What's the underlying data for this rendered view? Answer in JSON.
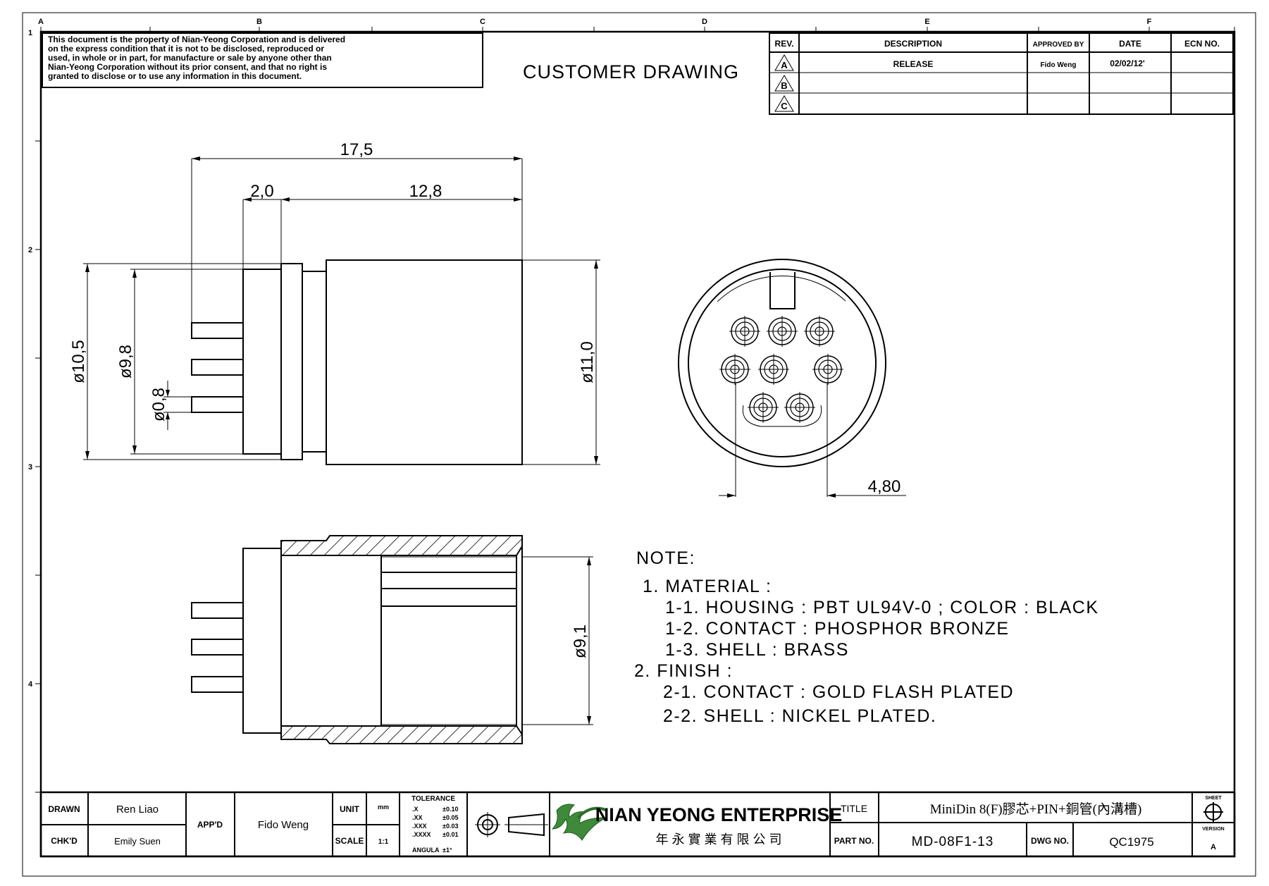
{
  "zones": {
    "columns": [
      "A",
      "B",
      "C",
      "D",
      "E",
      "F"
    ],
    "rows": [
      "1",
      "2",
      "3",
      "4"
    ]
  },
  "notice": {
    "lines": [
      "This document is the property of Nian-Yeong Corporation and is delivered",
      "on the express condition that it is not to be disclosed, reproduced or",
      "used, in whole or in part, for manufacture or sale by anyone other than",
      "Nian-Yeong Corporation without its prior consent, and that no right is",
      "granted to disclose or to use any information in this document."
    ]
  },
  "header": {
    "customer_drawing": "CUSTOMER DRAWING"
  },
  "revision_table": {
    "headers": [
      "REV.",
      "DESCRIPTION",
      "APPROVED BY",
      "DATE",
      "ECN NO."
    ],
    "rows": [
      {
        "rev": "A",
        "description": "RELEASE",
        "approved_by": "Fido Weng",
        "date": "02/02/12'",
        "ecn": ""
      },
      {
        "rev": "B",
        "description": "",
        "approved_by": "",
        "date": "",
        "ecn": ""
      },
      {
        "rev": "C",
        "description": "",
        "approved_by": "",
        "date": "",
        "ecn": ""
      }
    ]
  },
  "dimensions": {
    "d_17_5": "17,5",
    "d_2_0": "2,0",
    "d_12_8": "12,8",
    "d_10_5": "ø10,5",
    "d_9_8": "ø9,8",
    "d_0_8": "ø0,8",
    "d_11_0": "ø11,0",
    "d_4_80": "4,80",
    "d_9_1": "ø9,1"
  },
  "notes": {
    "title": "NOTE:",
    "lines": [
      "1. MATERIAL :",
      "1-1. HOUSING : PBT UL94V-0 ; COLOR : BLACK",
      "1-2. CONTACT : PHOSPHOR BRONZE",
      "1-3. SHELL : BRASS",
      "2. FINISH :",
      "2-1. CONTACT : GOLD FLASH PLATED",
      "2-2. SHELL : NICKEL PLATED."
    ]
  },
  "title_block": {
    "drawn_label": "DRAWN",
    "drawn_value": "Ren Liao",
    "chkd_label": "CHK'D",
    "chkd_value": "Emily Suen",
    "appd_label": "APP'D",
    "appd_value": "Fido Weng",
    "unit_label": "UNIT",
    "unit_value": "mm",
    "scale_label": "SCALE",
    "scale_value": "1:1",
    "tolerance_title": "TOLERANCE",
    "tolerance_rows": [
      {
        "k": ".X",
        "v": "±0.10"
      },
      {
        "k": ".XX",
        "v": "±0.05"
      },
      {
        "k": ".XXX",
        "v": "±0.03"
      },
      {
        "k": ".XXXX",
        "v": "±0.01"
      },
      {
        "k": "ANGULA",
        "v": "±1°"
      }
    ],
    "company_name": "NIAN YEONG ENTERPRISE",
    "company_chinese": "年 永 實 業 有 限 公 司",
    "title_label": "TITLE",
    "title_value": "MiniDin 8(F)膠芯+PIN+銅管(內溝槽)",
    "part_no_label": "PART NO.",
    "part_no_value": "MD-08F1-13",
    "dwg_no_label": "DWG NO.",
    "dwg_no_value": "QC1975",
    "sheet_label": "SHEET",
    "version_label": "VERSION",
    "version_value": "A"
  }
}
